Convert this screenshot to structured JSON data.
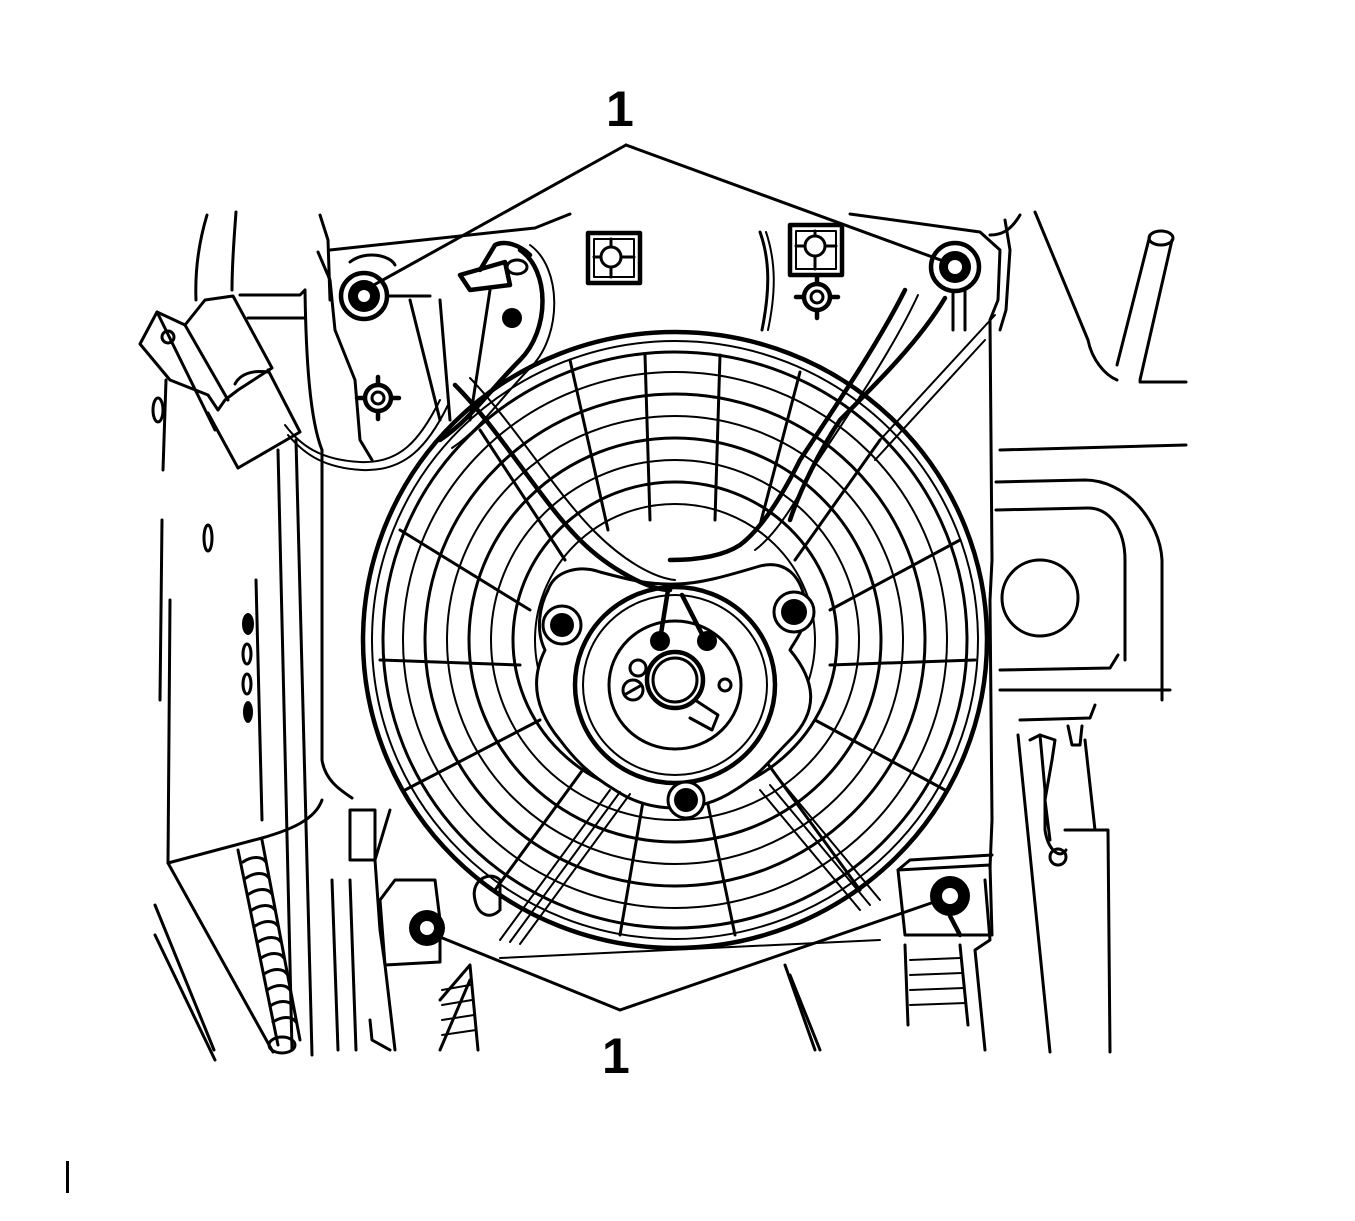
{
  "figure": {
    "subject": "Engine cooling fan and shroud assembly with mounting bolts",
    "colors": {
      "line": "#000000",
      "background": "#ffffff"
    },
    "callouts": [
      {
        "id": "top",
        "label": "1",
        "targets": [
          "upper-left-mounting-bolt",
          "upper-right-mounting-bolt"
        ]
      },
      {
        "id": "bottom",
        "label": "1",
        "targets": [
          "lower-left-mounting-bolt",
          "lower-right-mounting-bolt"
        ]
      }
    ],
    "components": {
      "fan_shroud": "fan-shroud",
      "fan_guard": "fan-guard-grille",
      "fan_motor_hub": "fan-motor-hub",
      "hub_screws": 3,
      "mounting_bolts": 4,
      "electrical_connector": "fan-motor-connector",
      "wiring_harness": "fan-wiring-harness",
      "coolant_hose": "corrugated-hose",
      "reservoir": "coolant-reservoir"
    }
  }
}
